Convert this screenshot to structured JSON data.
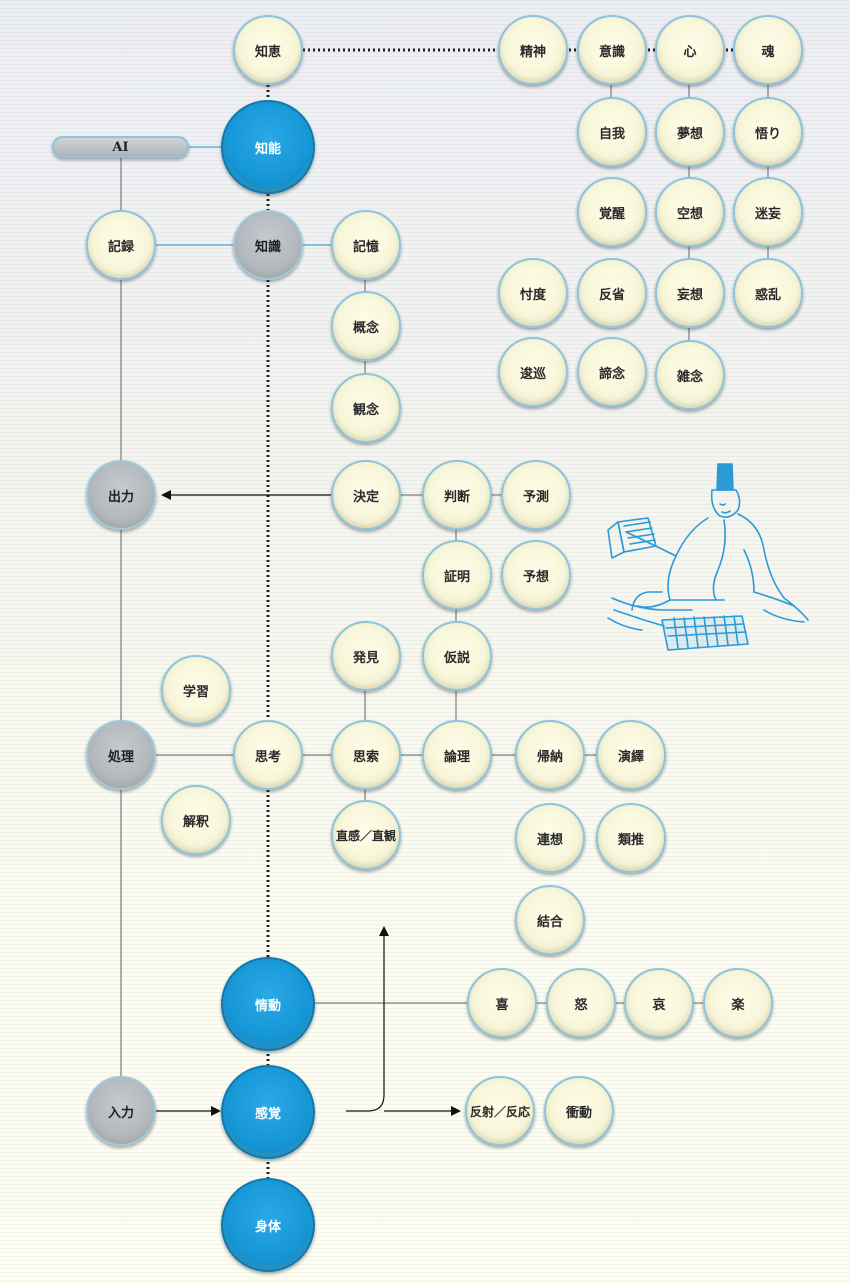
{
  "nodes": {
    "chie": "知恵",
    "seishin": "精神",
    "ishiki": "意識",
    "kokoro": "心",
    "tamashii": "魂",
    "ai": "AI",
    "chinou": "知能",
    "jiga": "自我",
    "musou": "夢想",
    "satori": "悟り",
    "kiroku": "記録",
    "chishiki": "知識",
    "kioku": "記憶",
    "kakusei": "覚醒",
    "kuusou": "空想",
    "meimou": "迷妄",
    "gainen": "概念",
    "sontaku": "忖度",
    "hansei": "反省",
    "mousou": "妄想",
    "wakuran": "惑乱",
    "kannen": "観念",
    "shunjun": "逡巡",
    "teinen": "諦念",
    "zatsunen": "雑念",
    "shutsuryoku": "出力",
    "kettei": "決定",
    "handan": "判断",
    "yosoku": "予測",
    "shoumei": "証明",
    "yosou": "予想",
    "hakken": "発見",
    "kasetsu": "仮説",
    "gakushuu": "学習",
    "shori": "処理",
    "shikou": "思考",
    "shisaku": "思索",
    "ronri": "論理",
    "kinou": "帰納",
    "eneki": "演繹",
    "kaishaku": "解釈",
    "chokkan": "直感／直観",
    "rensou": "連想",
    "ruisui": "類推",
    "ketsugou": "結合",
    "joudou": "情動",
    "ki": "喜",
    "do": "怒",
    "ai_sorrow": "哀",
    "raku": "楽",
    "nyuuryoku": "入力",
    "kankaku": "感覚",
    "hansha": "反射／反応",
    "shoudou": "衝動",
    "shintai": "身体"
  },
  "colors": {
    "blue_node": "#1596d6",
    "gray_node": "#b3b8be",
    "cream_node": "#f8f6d9",
    "node_border": "#8ec3dc",
    "connector_blue": "#4aa3d6",
    "connector_gray": "#7a7a7a",
    "dotted_chain": "#222222",
    "illustration": "#2b9ad8"
  },
  "icons": {
    "illustration": "scholar-with-abacus-icon"
  }
}
